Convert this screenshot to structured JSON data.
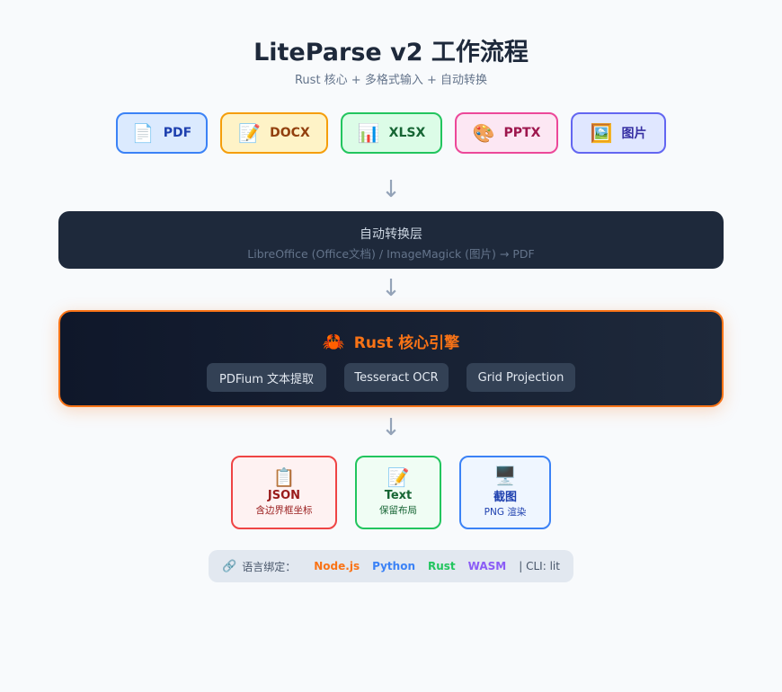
{
  "header": {
    "title": "LiteParse v2 工作流程",
    "subtitle": "Rust 核心 + 多格式输入 + 自动转换"
  },
  "inputs": [
    {
      "label": "PDF",
      "icon": "document-icon",
      "glyph": "📄",
      "border": "#3b82f6",
      "bg": "#dbeafe",
      "color": "#1e40af"
    },
    {
      "label": "DOCX",
      "icon": "memo-icon",
      "glyph": "📝",
      "border": "#f59e0b",
      "bg": "#fef3c7",
      "color": "#92400e"
    },
    {
      "label": "XLSX",
      "icon": "bar-chart-icon",
      "glyph": "📊",
      "border": "#22c55e",
      "bg": "#dcfce7",
      "color": "#166534"
    },
    {
      "label": "PPTX",
      "icon": "palette-icon",
      "glyph": "🎨",
      "border": "#ec4899",
      "bg": "#fce7f3",
      "color": "#9d174d"
    },
    {
      "label": "图片",
      "icon": "picture-icon",
      "glyph": "🖼️",
      "border": "#6366f1",
      "bg": "#e0e7ff",
      "color": "#3730a3"
    }
  ],
  "arrow": "↓",
  "convert": {
    "title": "自动转换层",
    "detail": "LibreOffice (Office文档) / ImageMagick (图片) → PDF"
  },
  "engine": {
    "title": "Rust 核心引擎",
    "icon": "crab-icon",
    "glyph": "🦀",
    "accent": "#f97316",
    "modules": [
      "PDFium 文本提取",
      "Tesseract OCR",
      "Grid Projection"
    ]
  },
  "outputs": [
    {
      "title": "JSON",
      "desc": "含边界框坐标",
      "icon": "clipboard-icon",
      "glyph": "📋",
      "border": "#ef4444",
      "bg": "#fef2f2",
      "color": "#991b1b"
    },
    {
      "title": "Text",
      "desc": "保留布局",
      "icon": "memo-icon",
      "glyph": "📝",
      "border": "#22c55e",
      "bg": "#f0fdf4",
      "color": "#166534"
    },
    {
      "title": "截图",
      "desc": "PNG 渲染",
      "icon": "monitor-icon",
      "glyph": "🖥️",
      "border": "#3b82f6",
      "bg": "#eff6ff",
      "color": "#1e40af"
    }
  ],
  "bindings": {
    "icon": "link-icon",
    "glyph": "🔗",
    "label": "语言绑定：",
    "languages": [
      {
        "name": "Node.js",
        "color": "#f97316"
      },
      {
        "name": "Python",
        "color": "#3b82f6"
      },
      {
        "name": "Rust",
        "color": "#22c55e"
      },
      {
        "name": "WASM",
        "color": "#8b5cf6"
      }
    ],
    "cli": "| CLI: lit"
  }
}
